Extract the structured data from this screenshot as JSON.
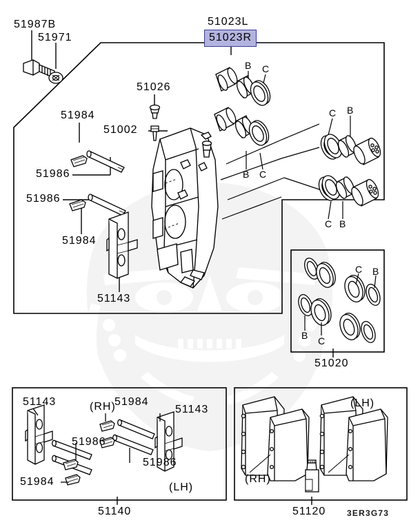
{
  "diagram": {
    "code": "3ER3G73",
    "highlight_color": "#b3b3e0",
    "highlight_border_color": "#3c3c96",
    "line_color": "#000000",
    "background_color": "#ffffff",
    "watermark_color": "#f4f4f4"
  },
  "header": {
    "caliper_left_label": "51023L",
    "caliper_right_label": "51023R"
  },
  "labels": {
    "bolt": "51987B",
    "washer": "51971",
    "bleeder_cap": "51026",
    "bleeder_screw": "51002",
    "clip_upper": "51984",
    "pin_upper": "51986",
    "pin_lower": "51986",
    "clip_lower": "51984",
    "shim_plate": "51143",
    "seal_kit": "51020",
    "hardware_kit": "51140",
    "pad_kit": "51120"
  },
  "piston_callouts": {
    "upper_front_b": "B",
    "upper_front_c": "C",
    "upper_rear_b": "B",
    "upper_rear_c": "C",
    "right_upper_c": "C",
    "right_upper_b": "B",
    "right_lower_c": "C",
    "right_lower_b": "B"
  },
  "seal_kit_box": {
    "title": "51020",
    "callouts": {
      "top_c": "C",
      "top_b": "B",
      "left_b": "B",
      "left_c": "C"
    }
  },
  "hardware_kit_box": {
    "title": "51140",
    "side_rh": "(RH)",
    "side_lh": "(LH)",
    "items": [
      {
        "key": "shim_left",
        "label": "51143"
      },
      {
        "key": "clip_center",
        "label": "51984"
      },
      {
        "key": "shim_right",
        "label": "51143"
      },
      {
        "key": "pin_left",
        "label": "51986"
      },
      {
        "key": "pin_right",
        "label": "51986"
      },
      {
        "key": "clip_bottom",
        "label": "51984"
      }
    ]
  },
  "pad_kit_box": {
    "title": "51120",
    "side_lh": "(LH)",
    "side_rh": "(RH)"
  }
}
